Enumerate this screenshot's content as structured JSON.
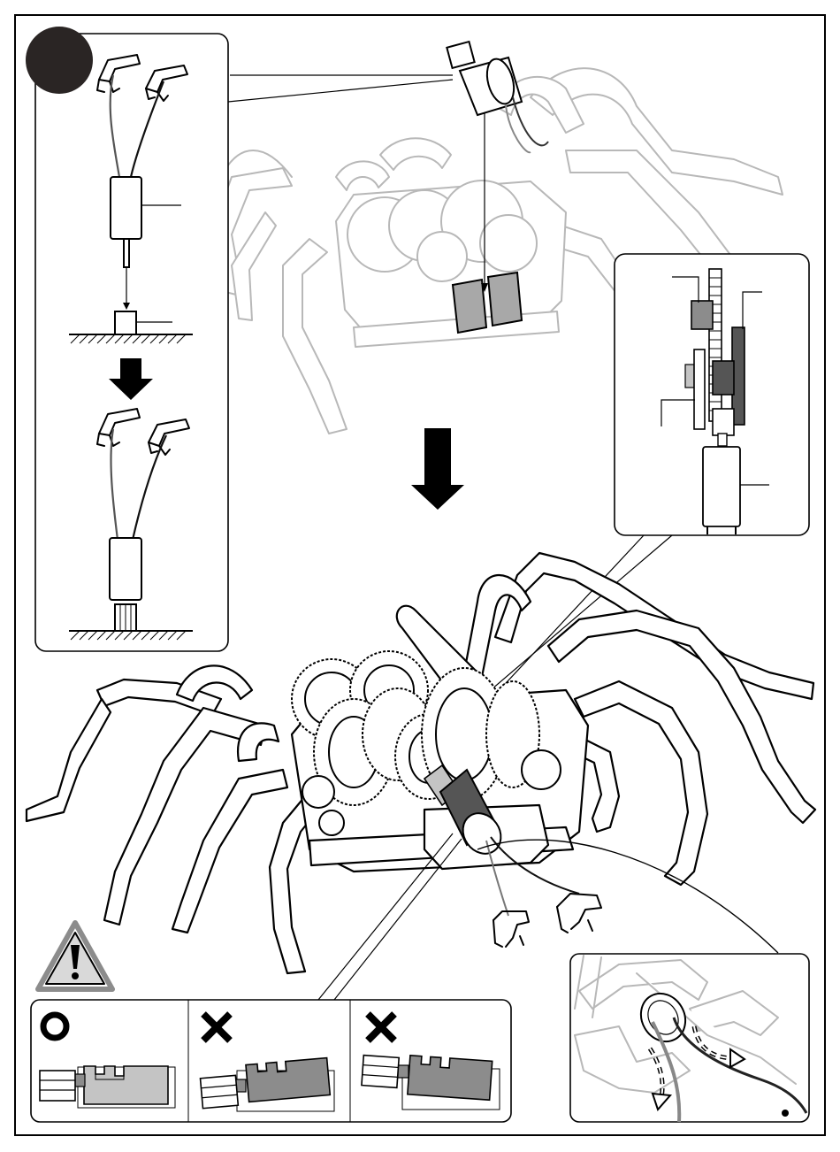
{
  "step": {
    "number": ""
  },
  "colors": {
    "line": "#000000",
    "faint_line": "#b8b8b8",
    "motor_dark": "#555555",
    "motor_mid": "#8c8c8c",
    "part_gray": "#c4c4c4",
    "badge": "#2a2524",
    "warning_fill": "#d9d9d9"
  },
  "icons": {
    "step_badge": "filled-dark-circle",
    "arrow_down": "arrow-down-icon",
    "warning": "warning-triangle-icon",
    "correct": "circle-o-icon",
    "incorrect": "x-mark-icon",
    "route": "dashed-arrow-icon"
  },
  "panels": {
    "inset_motor_press": {
      "leader_labels": [
        "",
        ""
      ]
    },
    "inset_gear_detail": {
      "leader_labels": [
        "",
        "",
        ""
      ]
    },
    "inset_wire_routing": {},
    "check_strip": {
      "cells": [
        {
          "mark": "correct"
        },
        {
          "mark": "incorrect"
        },
        {
          "mark": "incorrect"
        }
      ]
    }
  }
}
